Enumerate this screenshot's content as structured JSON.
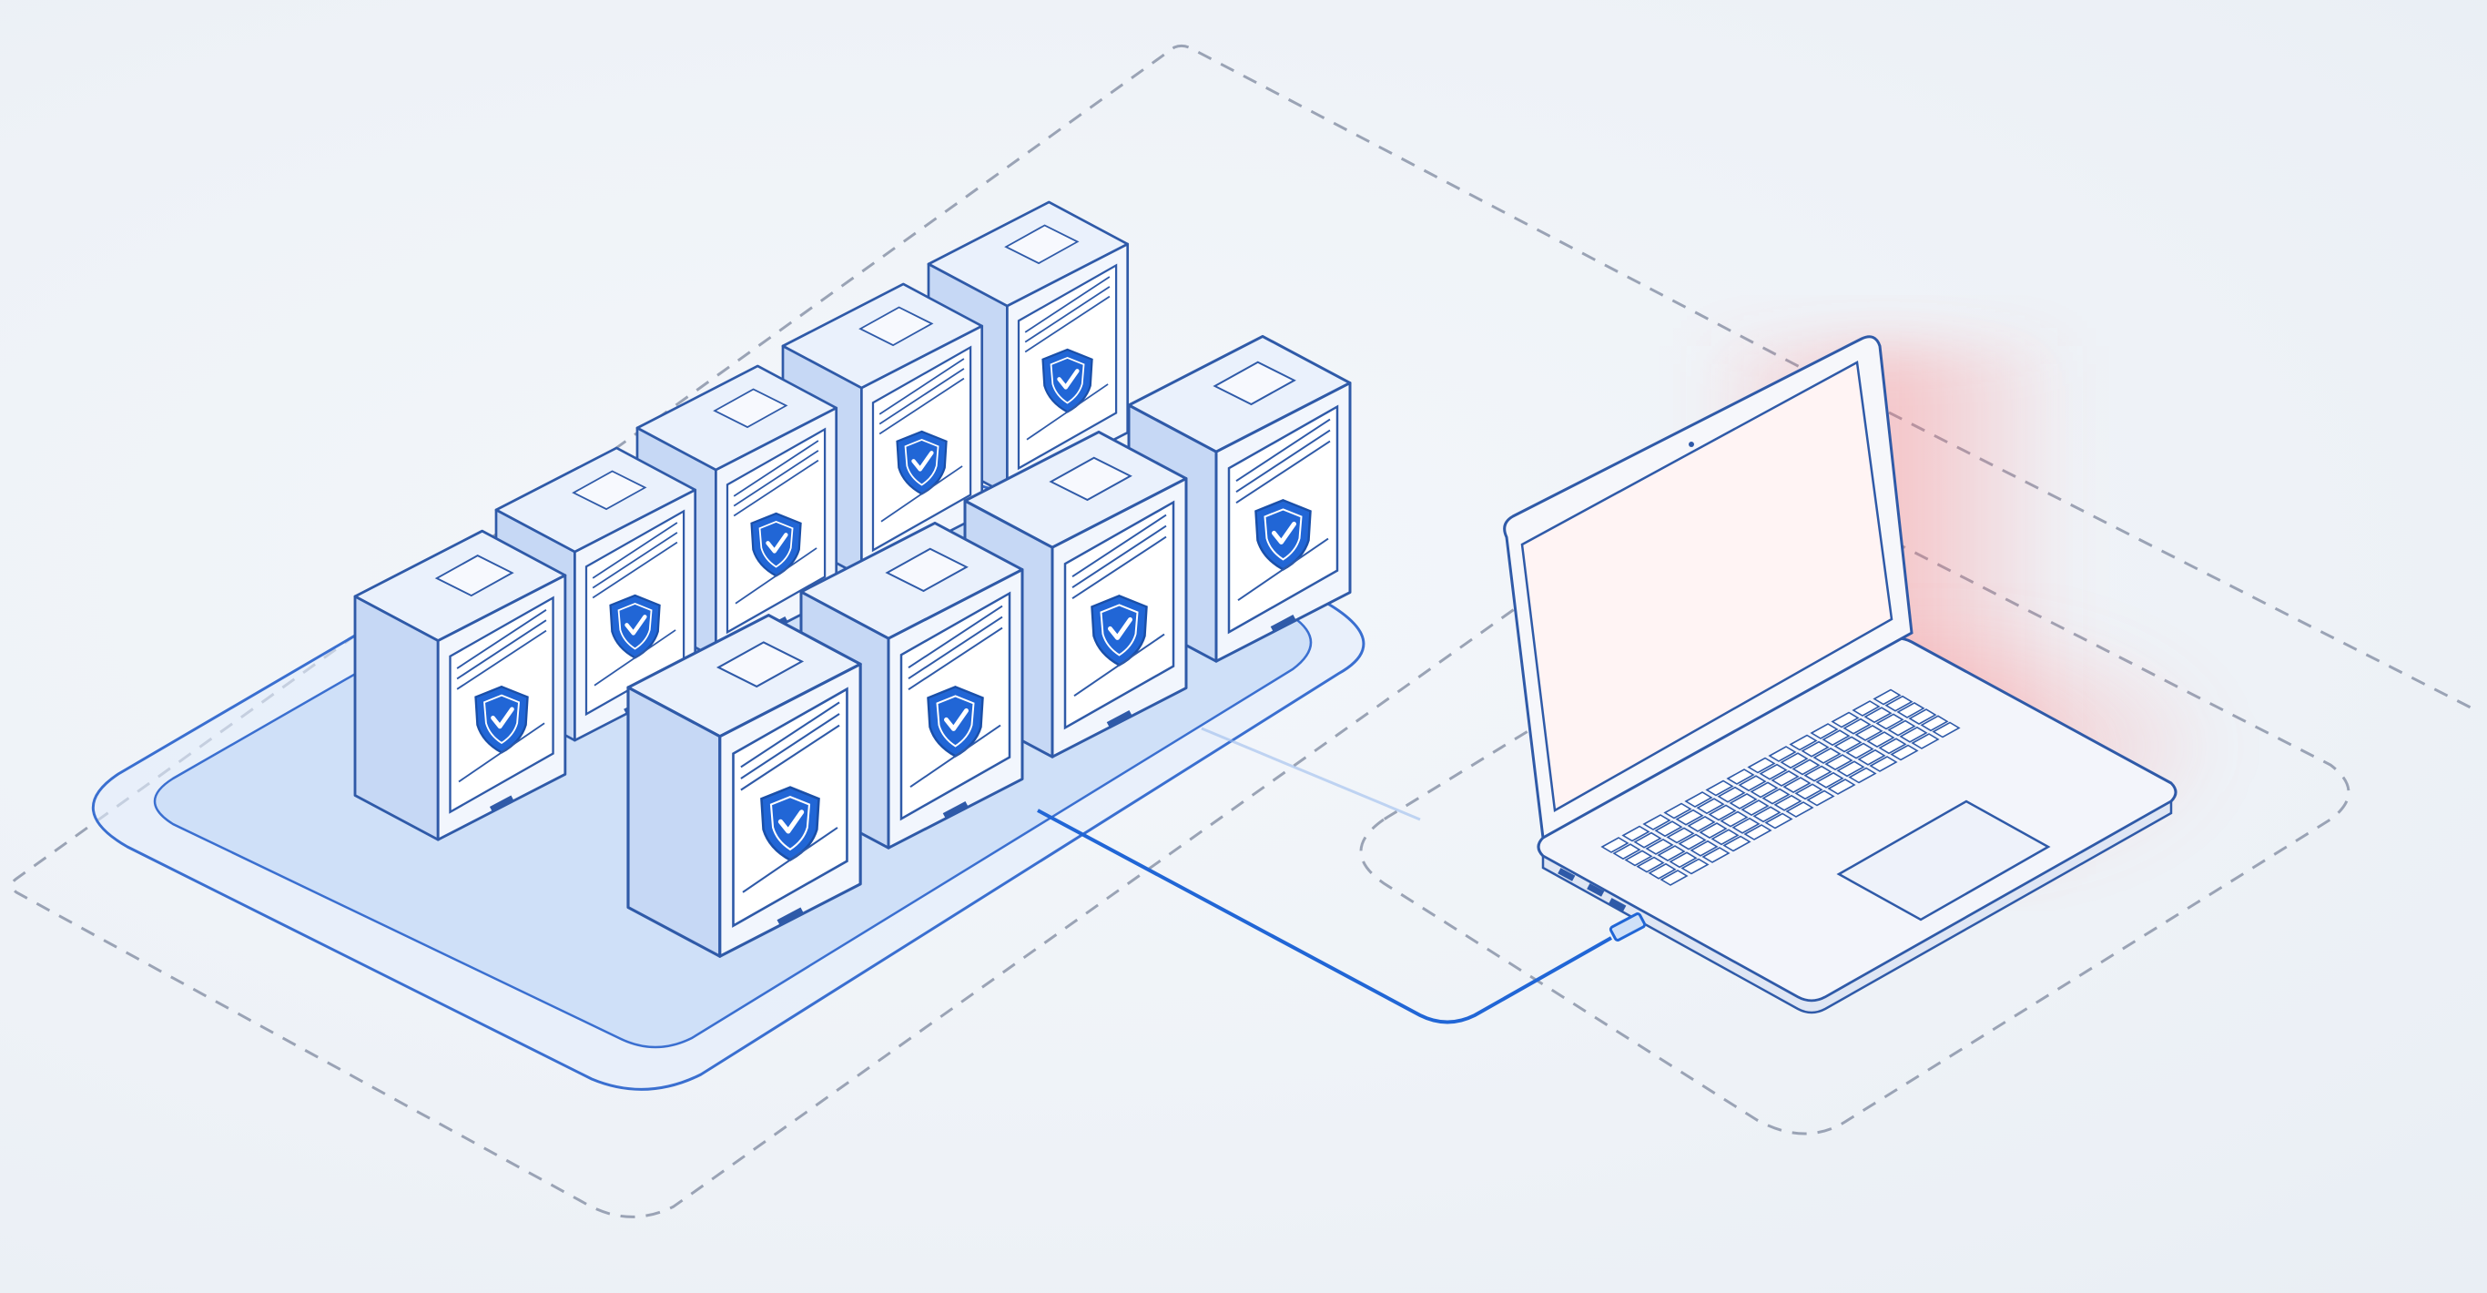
{
  "diagram": {
    "nodes": [
      {
        "id": "server-back-1",
        "kind": "server",
        "icon": "shield-check-icon"
      },
      {
        "id": "server-back-2",
        "kind": "server",
        "icon": "shield-check-icon"
      },
      {
        "id": "server-back-3",
        "kind": "server",
        "icon": "shield-check-icon"
      },
      {
        "id": "server-back-4",
        "kind": "server",
        "icon": "shield-check-icon"
      },
      {
        "id": "server-back-5",
        "kind": "server",
        "icon": "shield-check-icon"
      },
      {
        "id": "server-front-1",
        "kind": "server",
        "icon": "shield-check-icon"
      },
      {
        "id": "server-front-2",
        "kind": "server",
        "icon": "shield-check-icon"
      },
      {
        "id": "server-front-3",
        "kind": "server",
        "icon": "shield-check-icon"
      },
      {
        "id": "server-front-4",
        "kind": "server",
        "icon": "shield-check-icon"
      },
      {
        "id": "laptop",
        "kind": "laptop",
        "icon": "laptop-icon"
      }
    ],
    "edges": [
      {
        "from": "server-front-3",
        "to": "laptop",
        "style": "solid"
      }
    ],
    "zones": [
      {
        "id": "server-zone",
        "style": "dashed"
      },
      {
        "id": "laptop-zone",
        "style": "dashed"
      }
    ]
  },
  "colors": {
    "background": "#eef2f7",
    "outline": "#2f5aa8",
    "server_top": "#eaf1fc",
    "server_front": "#dbe7fa",
    "server_side": "#c6d8f5",
    "platform": "#cfe0f8",
    "shield": "#2166d6",
    "dashed_border": "#9aa3b5",
    "cable": "#2166d6",
    "laptop_glow": "#ff6b6b"
  }
}
